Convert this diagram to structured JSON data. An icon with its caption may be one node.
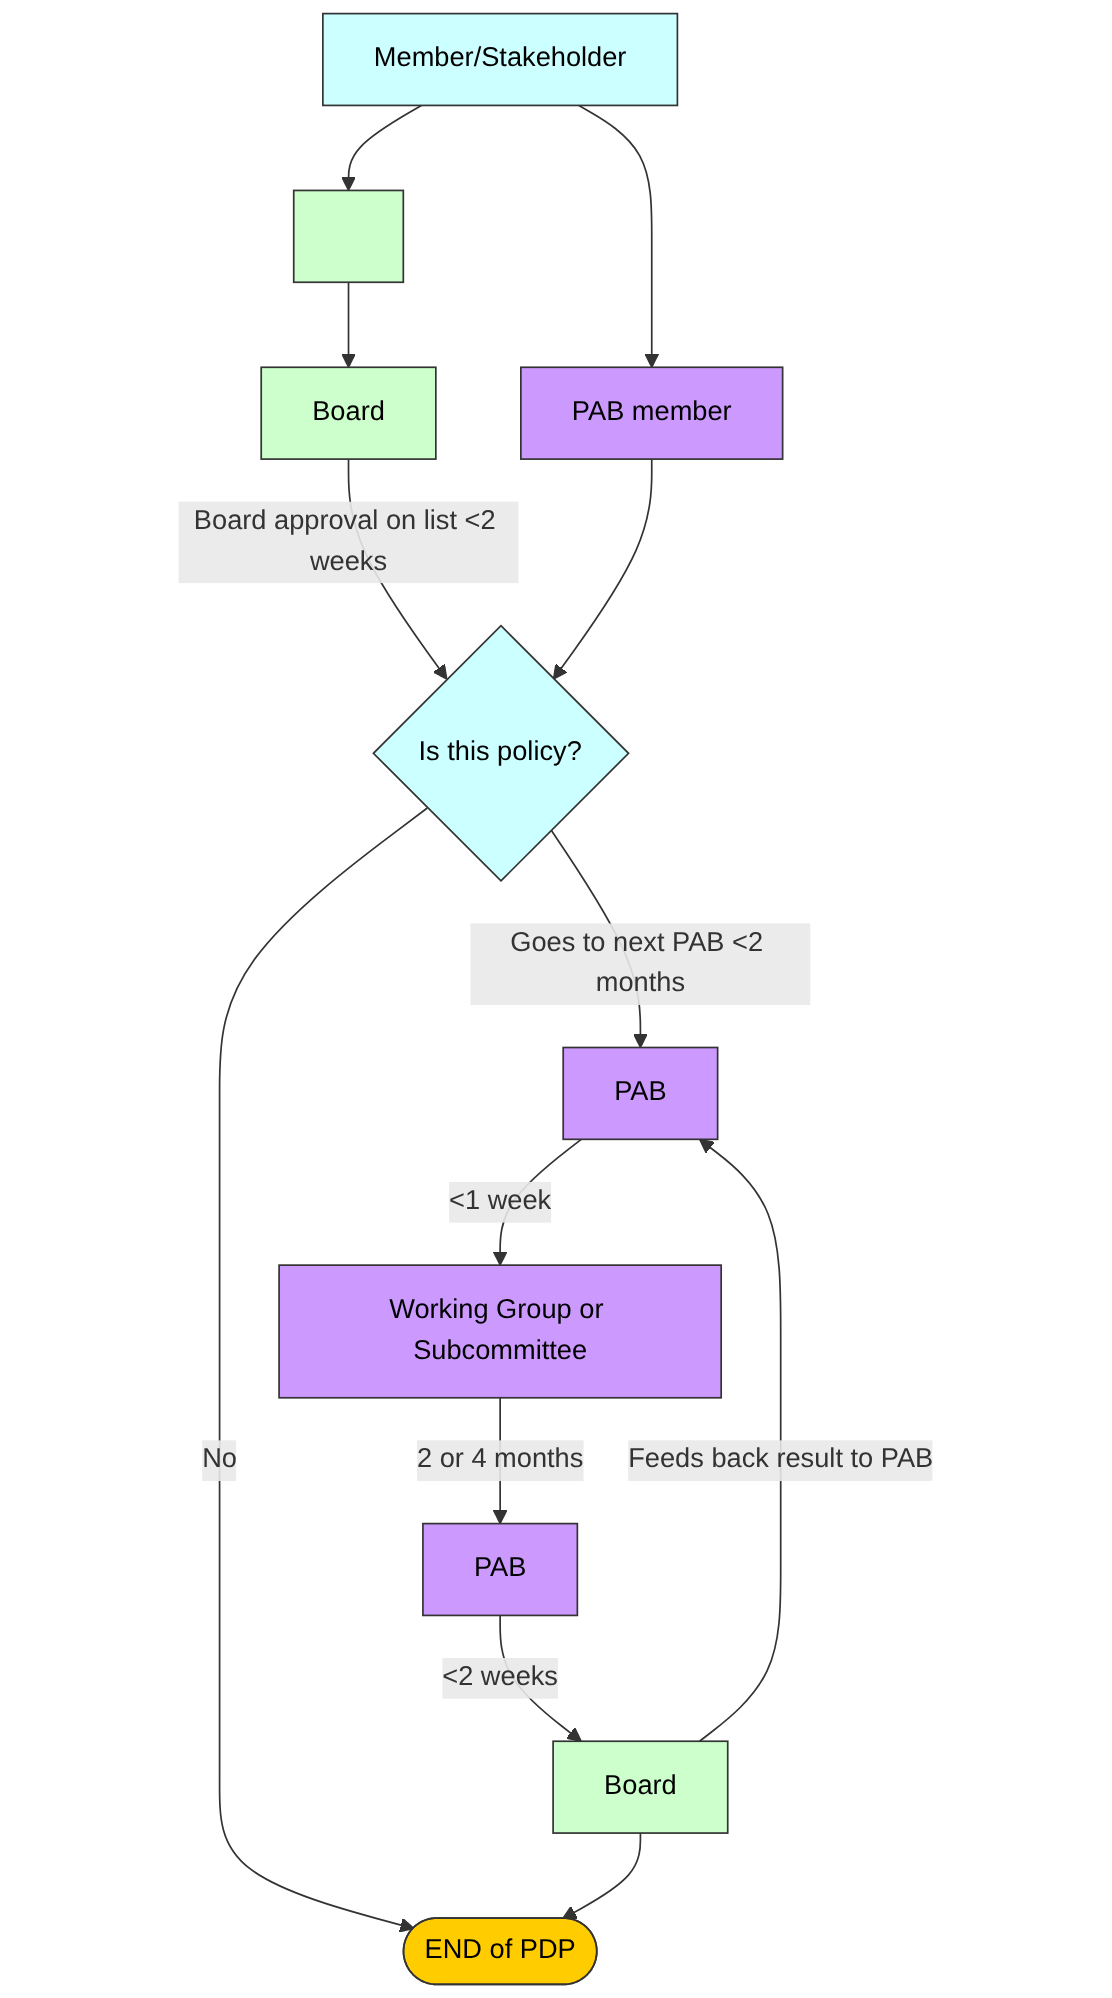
{
  "diagram": {
    "nodes": [
      {
        "text": [
          "Member/Stakeholder"
        ]
      },
      {
        "text": [],
        "shape": "box"
      },
      {
        "text": [
          "PAB member"
        ]
      },
      {
        "text": [
          "Board"
        ]
      },
      {
        "text": [
          "Is this policy?"
        ]
      },
      {
        "text": [
          "PAB"
        ]
      },
      {
        "text": [
          "Working Group or Subcommittee"
        ]
      },
      {
        "text": [
          "PAB"
        ]
      },
      {
        "text": [
          "Board"
        ]
      },
      {
        "text": [
          "END of PDP"
        ]
      }
    ],
    "edges": [
      {
        "from": 0,
        "to": 1,
        "arrow": "to"
      },
      {
        "from": 0,
        "to": 2,
        "arrow": "to"
      },
      {
        "from": 1,
        "to": 3,
        "arrow": "to"
      },
      {
        "from": 3,
        "to": 4,
        "arrow": "to",
        "label": "Board approval on list <2 weeks"
      },
      {
        "from": 2,
        "to": 4,
        "arrow": "to"
      },
      {
        "from": 4,
        "to": 9,
        "arrow": "to",
        "label": "No"
      },
      {
        "from": 4,
        "to": 5,
        "arrow": "to",
        "label": "Goes to next PAB <2 months"
      },
      {
        "from": 5,
        "to": 6,
        "arrow": "to",
        "label": "<1 week"
      },
      {
        "from": 6,
        "to": 7,
        "arrow": "to",
        "label": "2 or 4 months"
      },
      {
        "from": 7,
        "to": 8,
        "arrow": "to",
        "label": "<2 weeks"
      },
      {
        "from": 8,
        "to": 5,
        "arrow": "to",
        "label": "Feeds back result to PAB"
      },
      {
        "from": 8,
        "to": 9,
        "arrow": "to"
      }
    ]
  }
}
